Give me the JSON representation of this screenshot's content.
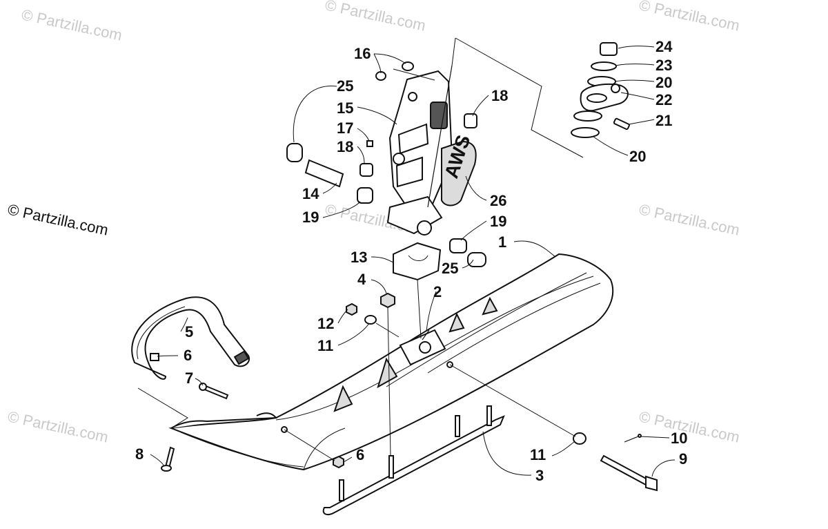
{
  "watermarks": {
    "main": "© Partzilla.com",
    "faded": "© Partzilla.com"
  },
  "callouts": {
    "c1": "1",
    "c2": "2",
    "c3": "3",
    "c4": "4",
    "c5": "5",
    "c6a": "6",
    "c6b": "6",
    "c7": "7",
    "c8": "8",
    "c9": "9",
    "c10": "10",
    "c11a": "11",
    "c11b": "11",
    "c12": "12",
    "c13": "13",
    "c14": "14",
    "c15": "15",
    "c16": "16",
    "c17": "17",
    "c18a": "18",
    "c18b": "18",
    "c19a": "19",
    "c19b": "19",
    "c20a": "20",
    "c20b": "20",
    "c21": "21",
    "c22": "22",
    "c23": "23",
    "c24": "24",
    "c25a": "25",
    "c25b": "25",
    "c26": "26"
  },
  "decal_text": "AWS",
  "colors": {
    "ink": "#111111",
    "watermark": "#c9c9c9",
    "background": "#ffffff"
  }
}
